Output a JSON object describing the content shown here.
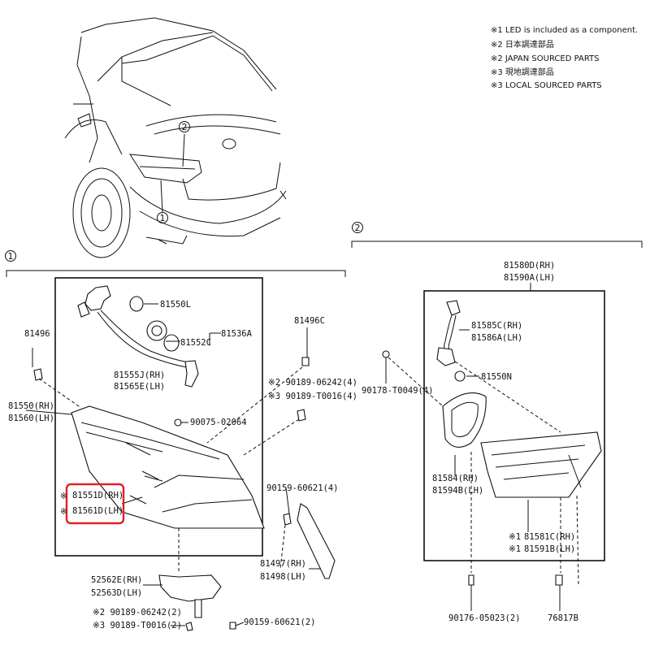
{
  "notes": [
    "※1 LED is included as a component.",
    "※2 日本調達部品",
    "※2 JAPAN SOURCED PARTS",
    "※3 現地調達部品",
    "※3 LOCAL SOURCED PARTS"
  ],
  "callouts": {
    "one": "1",
    "two": "2"
  },
  "section1": {
    "labels": {
      "p81550L": "81550L",
      "p81536A": "81536A",
      "p81552C": "81552C",
      "p81555J": "81555J(RH)",
      "p81565E": "81565E(LH)",
      "p81496": "81496",
      "p81496C": "81496C",
      "p81550RH": "81550(RH)",
      "p81560LH": "81560(LH)",
      "p90075": "90075-02064",
      "p90189a": "※2 90189-06242(4)",
      "p90189b": "※3 90189-T0016(4)",
      "p81551D_mark": "※",
      "p81551D": "81551D(RH)",
      "p81561D_mark": "※",
      "p81561D": "81561D(LH)",
      "p90159a": "90159-60621(4)",
      "p81497": "81497(RH)",
      "p81498": "81498(LH)",
      "p52562E": "52562E(RH)",
      "p52563D": "52563D(LH)",
      "p90189c": "※2 90189-06242(2)",
      "p90189d": "※3 90189-T0016(2)",
      "p90159b": "90159-60621(2)"
    },
    "highlight_color": "#e0202a"
  },
  "section2": {
    "labels": {
      "p81580D": "81580D(RH)",
      "p81590A": "81590A(LH)",
      "p81585C": "81585C(RH)",
      "p81586A": "81586A(LH)",
      "p90178": "90178-T0049(4)",
      "p81550N": "81550N",
      "p81584": "81584(RH)",
      "p81594B": "81594B(LH)",
      "p81581C_mark": "※1",
      "p81581C": "81581C(RH)",
      "p81591B_mark": "※1",
      "p81591B": "81591B(LH)",
      "p90176": "90176-05023(2)",
      "p76817B": "76817B"
    }
  }
}
